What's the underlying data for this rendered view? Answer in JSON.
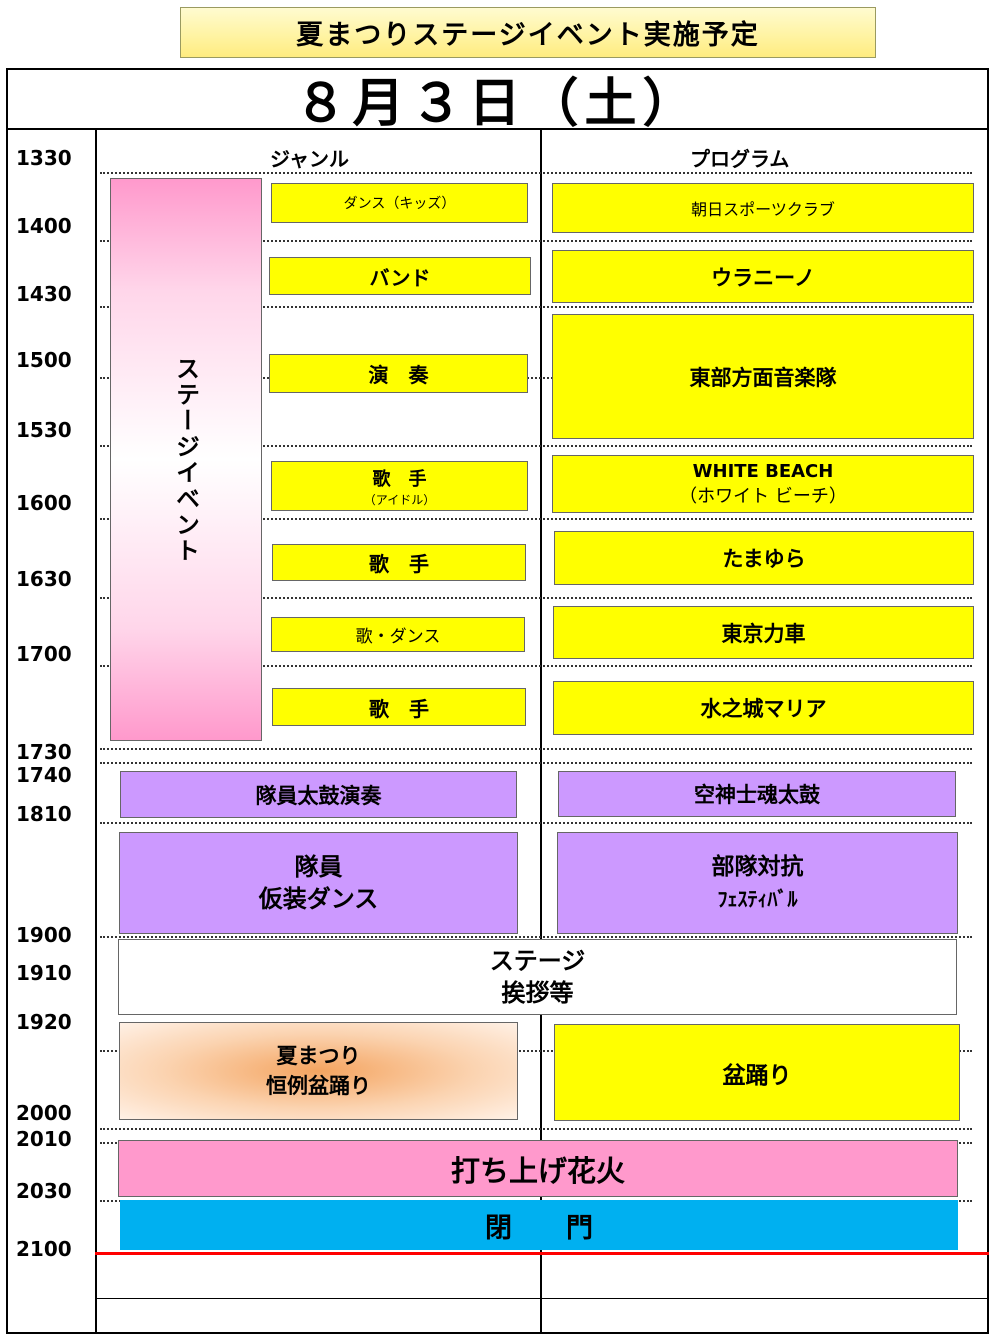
{
  "title": "夏まつりステージイベント実施予定",
  "date": "８月３日（土）",
  "headers": {
    "genre": "ジャンル",
    "program": "プログラム"
  },
  "times": [
    "1330",
    "1400",
    "1430",
    "1500",
    "1530",
    "1600",
    "1630",
    "1700",
    "1730",
    "1740",
    "1810",
    "1900",
    "1910",
    "1920",
    "2000",
    "2010",
    "2030",
    "2100"
  ],
  "stage_event_label": "ステージイベント",
  "genres": {
    "dance_kids": "ダンス（キッズ）",
    "band": "バンド",
    "ensemble": "演　奏",
    "singer_idol": "歌　手",
    "singer_idol_sub": "（アイドル）",
    "singer1": "歌　手",
    "song_dance": "歌・ダンス",
    "singer2": "歌　手",
    "taiko": "隊員太鼓演奏",
    "costume_l1": "隊員",
    "costume_l2": "仮装ダンス",
    "bon_l1": "夏まつり",
    "bon_l2": "恒例盆踊り"
  },
  "programs": {
    "asahi": "朝日スポーツクラブ",
    "uranino": "ウラニーノ",
    "band": "東部方面音楽隊",
    "white_l1": "WHITE BEACH",
    "white_l2": "（ホワイト ビーチ）",
    "tamayura": "たまゆら",
    "tokyo": "東京力車",
    "mizuno": "水之城マリア",
    "kuujin": "空神士魂太鼓",
    "fest_l1": "部隊対抗",
    "fest_l2": "ﾌｪｽﾃｨﾊﾞﾙ",
    "bon": "盆踊り"
  },
  "stage_greet_l1": "ステージ",
  "stage_greet_l2": "挨拶等",
  "fireworks": "打ち上げ花火",
  "closing": "閉　　門",
  "colors": {
    "yellow": "#ffff00",
    "purple": "#cc99ff",
    "pink": "#ff99cc",
    "cyan": "#00b0f0",
    "red": "#ff0000"
  }
}
